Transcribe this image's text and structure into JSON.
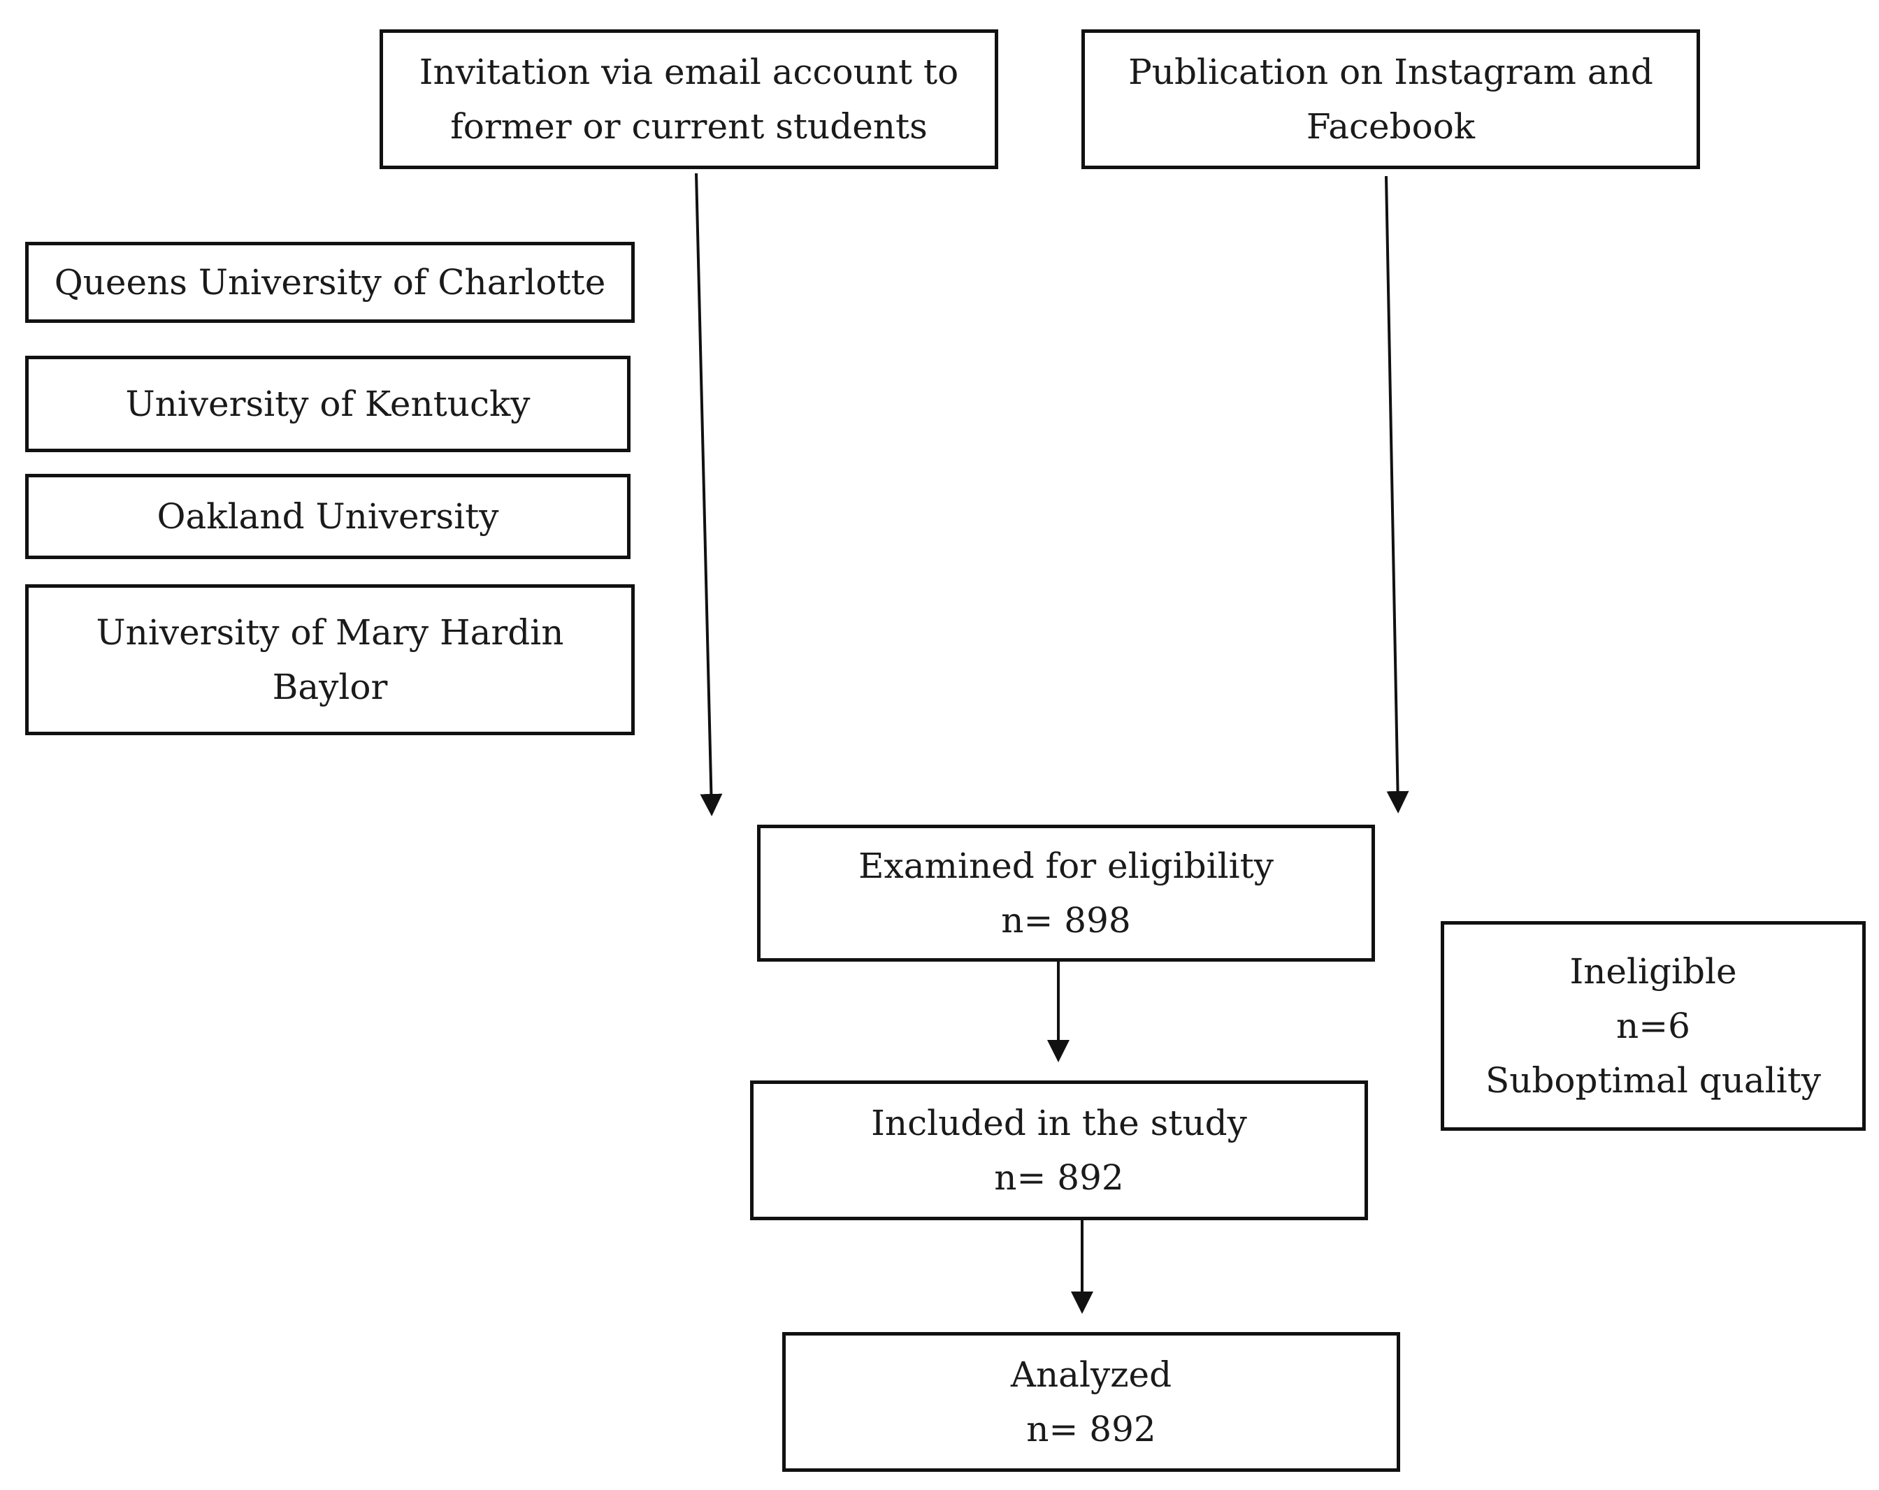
{
  "boxes": {
    "email_invitation": {
      "lines": [
        "Invitation via email account to",
        "former or current students"
      ]
    },
    "social_publication": {
      "lines": [
        "Publication on Instagram and",
        "Facebook"
      ]
    },
    "queens": {
      "lines": [
        "Queens University of Charlotte"
      ]
    },
    "kentucky": {
      "lines": [
        "University of Kentucky"
      ]
    },
    "oakland": {
      "lines": [
        "Oakland University"
      ]
    },
    "mary_hardin": {
      "lines": [
        "University of Mary Hardin",
        "Baylor"
      ]
    },
    "examined": {
      "lines": [
        "Examined for eligibility",
        "n= 898"
      ]
    },
    "ineligible": {
      "lines": [
        "Ineligible",
        "n=6",
        "Suboptimal quality"
      ]
    },
    "included": {
      "lines": [
        "Included in the study",
        "n= 892"
      ]
    },
    "analyzed": {
      "lines": [
        "Analyzed",
        "n= 892"
      ]
    }
  },
  "colors": {
    "stroke": "#111111",
    "text": "#1a1a1a",
    "background": "#ffffff"
  }
}
